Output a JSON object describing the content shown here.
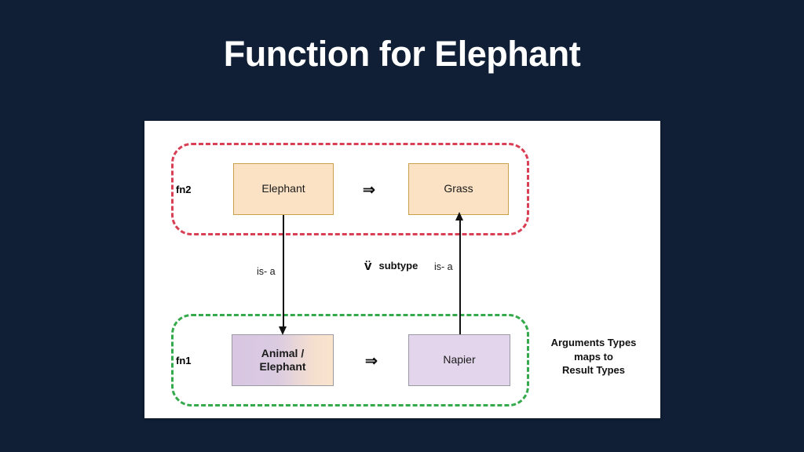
{
  "slide": {
    "title": "Function for Elephant",
    "background_color": "#101f35",
    "panel_color": "#ffffff"
  },
  "diagram": {
    "groups": [
      {
        "id": "fn2",
        "label": "fn2",
        "border_color": "#d93f55",
        "border_style": "dashed",
        "nodes": [
          "Elephant",
          "Grass"
        ],
        "operator": "⇒"
      },
      {
        "id": "fn1",
        "label": "fn1",
        "border_color": "#35aa4c",
        "border_style": "dashed",
        "nodes": [
          "Animal / Elephant",
          "Napier"
        ],
        "operator": "⇒"
      }
    ],
    "boxes": {
      "elephant": {
        "label": "Elephant",
        "fill": "#fbe2c4",
        "border": "#c8a24a"
      },
      "grass": {
        "label": "Grass",
        "fill": "#fbe2c4",
        "border": "#c8a24a"
      },
      "animal_elephant": {
        "line1": "Animal /",
        "line2": "Elephant",
        "fill_start": "#d8c6e2",
        "fill_end": "#fbe4cc",
        "border": "#9a9aa3"
      },
      "napier": {
        "label": "Napier",
        "fill": "#e3d6ec",
        "border": "#9a9aa3"
      }
    },
    "operators": {
      "implies_fn2": "⇒",
      "implies_fn1": "⇒"
    },
    "edges": {
      "elephant_to_animal": {
        "label": "is- a",
        "direction": "down"
      },
      "napier_to_grass": {
        "label": "is- a",
        "direction": "up"
      }
    },
    "legend": {
      "symbol": "v̈",
      "text": "subtype"
    },
    "annotation": {
      "line1": "Arguments Types",
      "line2": "maps to",
      "line3": "Result Types"
    }
  }
}
